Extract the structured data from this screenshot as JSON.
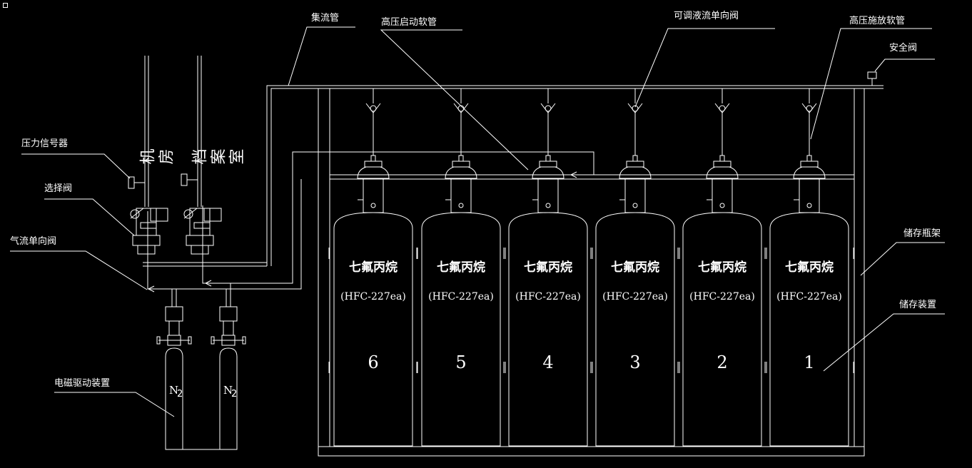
{
  "diagram": {
    "rooms": [
      "机房",
      "档案室"
    ],
    "labels": {
      "collector_pipe": "集流管",
      "hp_start_hose": "高压启动软管",
      "adj_check_valve": "可调液流单向阀",
      "hp_release_hose": "高压施放软管",
      "safety_valve": "安全阀",
      "pressure_switch": "压力信号器",
      "selector_valve": "选择阀",
      "gas_check_valve": "气流单向阀",
      "storage_rack": "储存瓶架",
      "storage_device": "储存装置",
      "solenoid_driver": "电磁驱动装置"
    },
    "agent_name": "七氟丙烷",
    "agent_code": "(HFC-227ea)",
    "cylinder_numbers": [
      "6",
      "5",
      "4",
      "3",
      "2",
      "1"
    ],
    "n2_label": "N",
    "n2_sub": "2",
    "colors": {
      "background": "#000000",
      "line": "#ffffff"
    }
  }
}
